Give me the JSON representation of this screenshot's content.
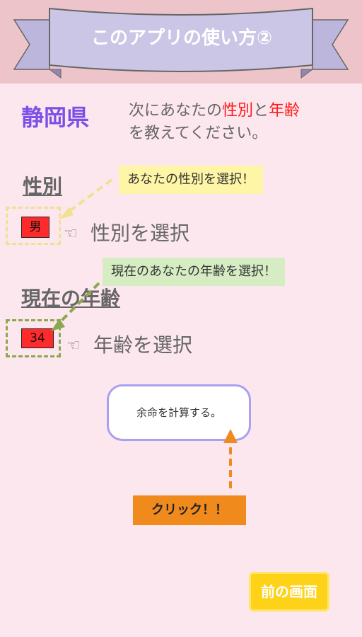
{
  "header": {
    "title": "このアプリの使い方②"
  },
  "prefecture": "静岡県",
  "instruction": {
    "line1_a": "次にあなたの",
    "line1_b": "性別",
    "line1_c": "と",
    "line1_d": "年齢",
    "line2": "を教えてください。"
  },
  "gender": {
    "heading": "性別",
    "callout": "あなたの性別を選択！",
    "value": "男",
    "hint": "性別を選択",
    "hand_icon": "☜"
  },
  "age": {
    "heading": "現在の年齢",
    "callout": "現在のあなたの年齢を選択！",
    "value": "34",
    "hint": "年齢を選択",
    "hand_icon": "☜"
  },
  "calc_button": "余命を計算する。",
  "click_label": "クリック！！",
  "prev_button": "前の画面",
  "colors": {
    "background": "#fde7ee",
    "header": "#edc4c9",
    "ribbon": "#cbc5e6",
    "accent_purple": "#7b4fe8",
    "highlight_red": "#ff1a1a",
    "click_orange": "#f08a1c",
    "prev_yellow": "#ffd21a"
  }
}
